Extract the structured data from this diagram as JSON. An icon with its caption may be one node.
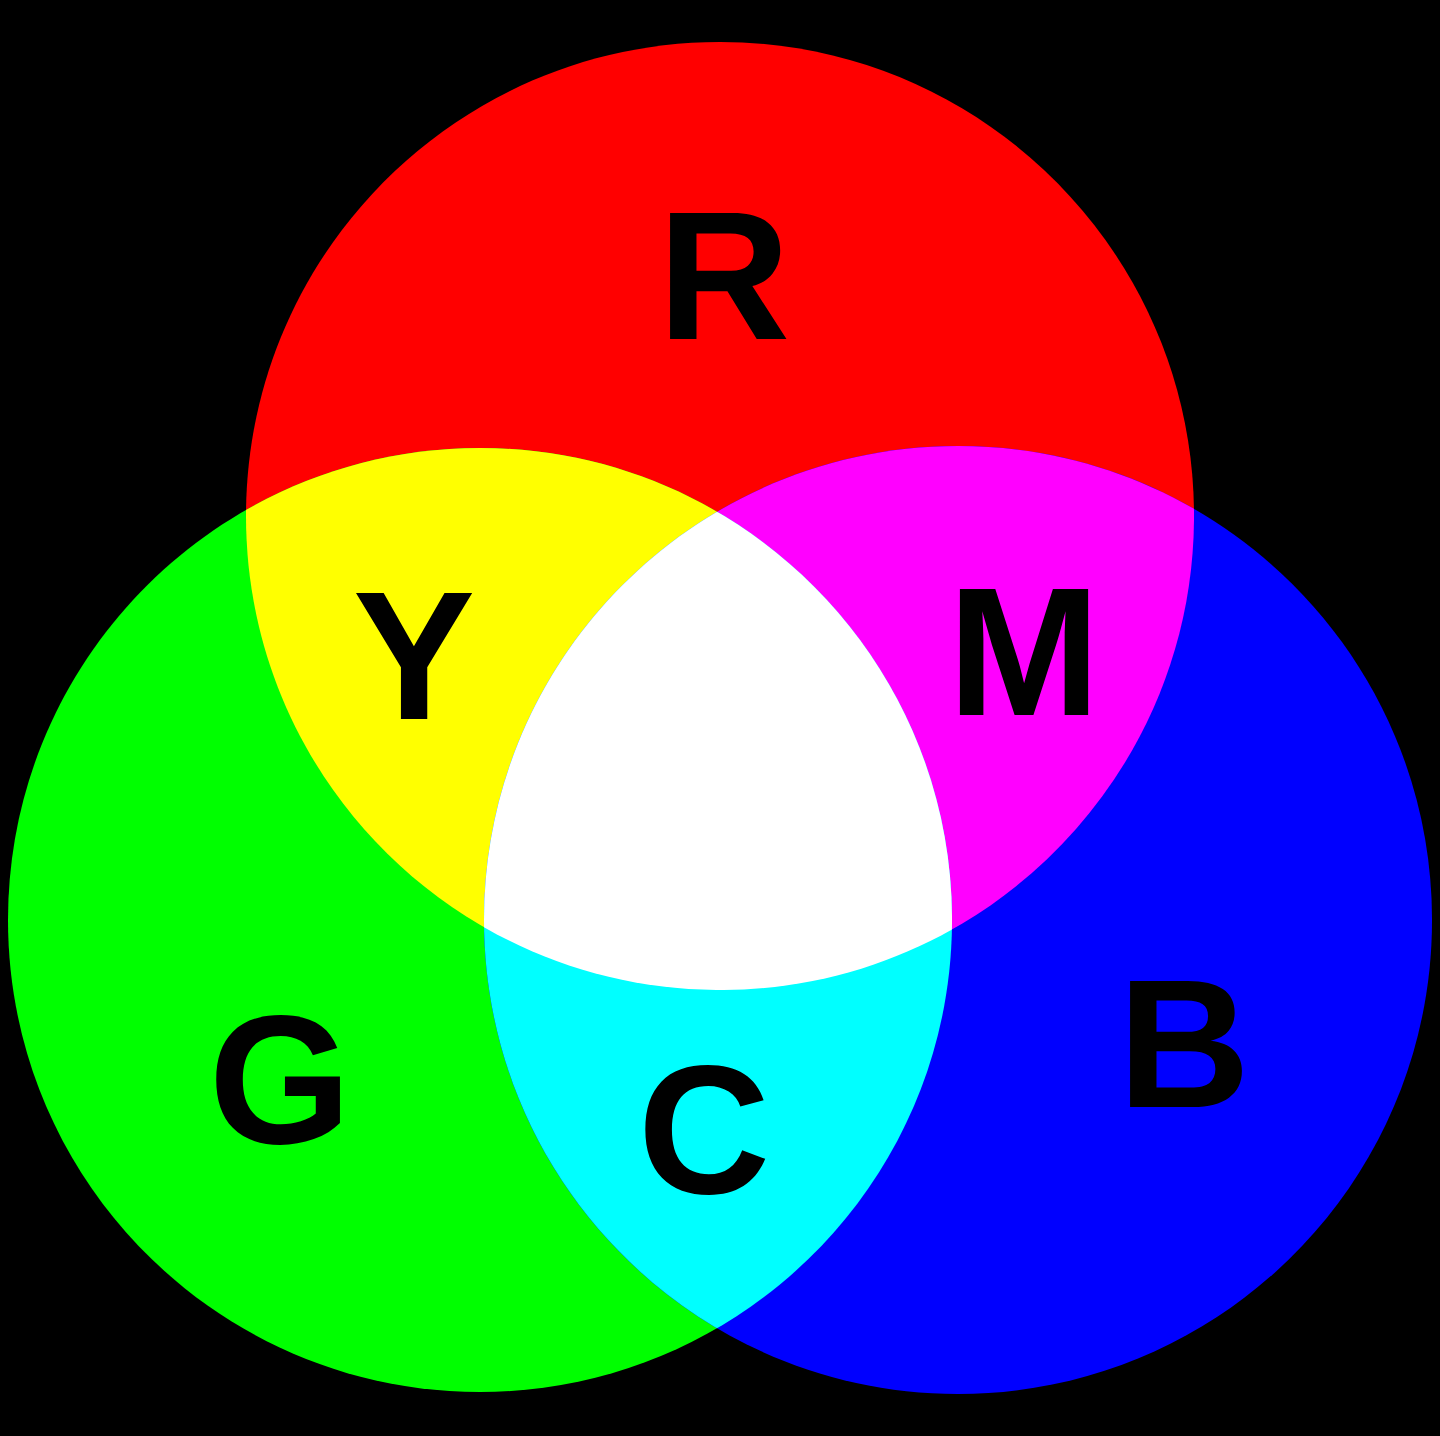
{
  "diagram": {
    "nodes": [
      {
        "text": [
          "R"
        ]
      },
      {
        "text": [
          "G"
        ]
      },
      {
        "text": [
          "B"
        ]
      }
    ],
    "labels": [
      "Y",
      "M",
      "C"
    ]
  }
}
